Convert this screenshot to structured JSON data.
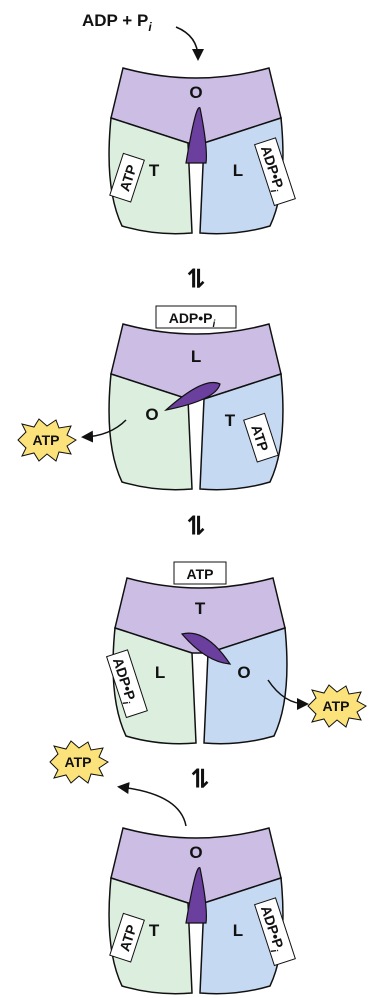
{
  "colors": {
    "open_purple": "#cbbde3",
    "tight_green": "#dcefdf",
    "loose_blue": "#c6d9f2",
    "gamma_shaft": "#6a3f9e",
    "atp_burst": "#fbe27a",
    "outline": "#111111"
  },
  "top_input": {
    "base": "ADP + P",
    "sub": "i"
  },
  "stages": [
    {
      "subunits": {
        "top": "O",
        "left": "T",
        "right": "L"
      },
      "left_tag": "ATP",
      "right_tag": {
        "base": "ADP•P",
        "sub": "i"
      }
    },
    {
      "top_tag": {
        "base": "ADP•P",
        "sub": "i"
      },
      "subunits": {
        "top": "L",
        "left": "O",
        "right": "T"
      },
      "right_tag": "ATP",
      "released": "ATP"
    },
    {
      "top_tag": "ATP",
      "subunits": {
        "top": "T",
        "left": "L",
        "right": "O"
      },
      "left_tag": {
        "base": "ADP•P",
        "sub": "i"
      },
      "released": "ATP"
    },
    {
      "released": "ATP",
      "subunits": {
        "top": "O",
        "left": "T",
        "right": "L"
      },
      "left_tag": "ATP",
      "right_tag": {
        "base": "ADP•P",
        "sub": "i"
      }
    }
  ],
  "equilibrium_symbol": "⇌"
}
